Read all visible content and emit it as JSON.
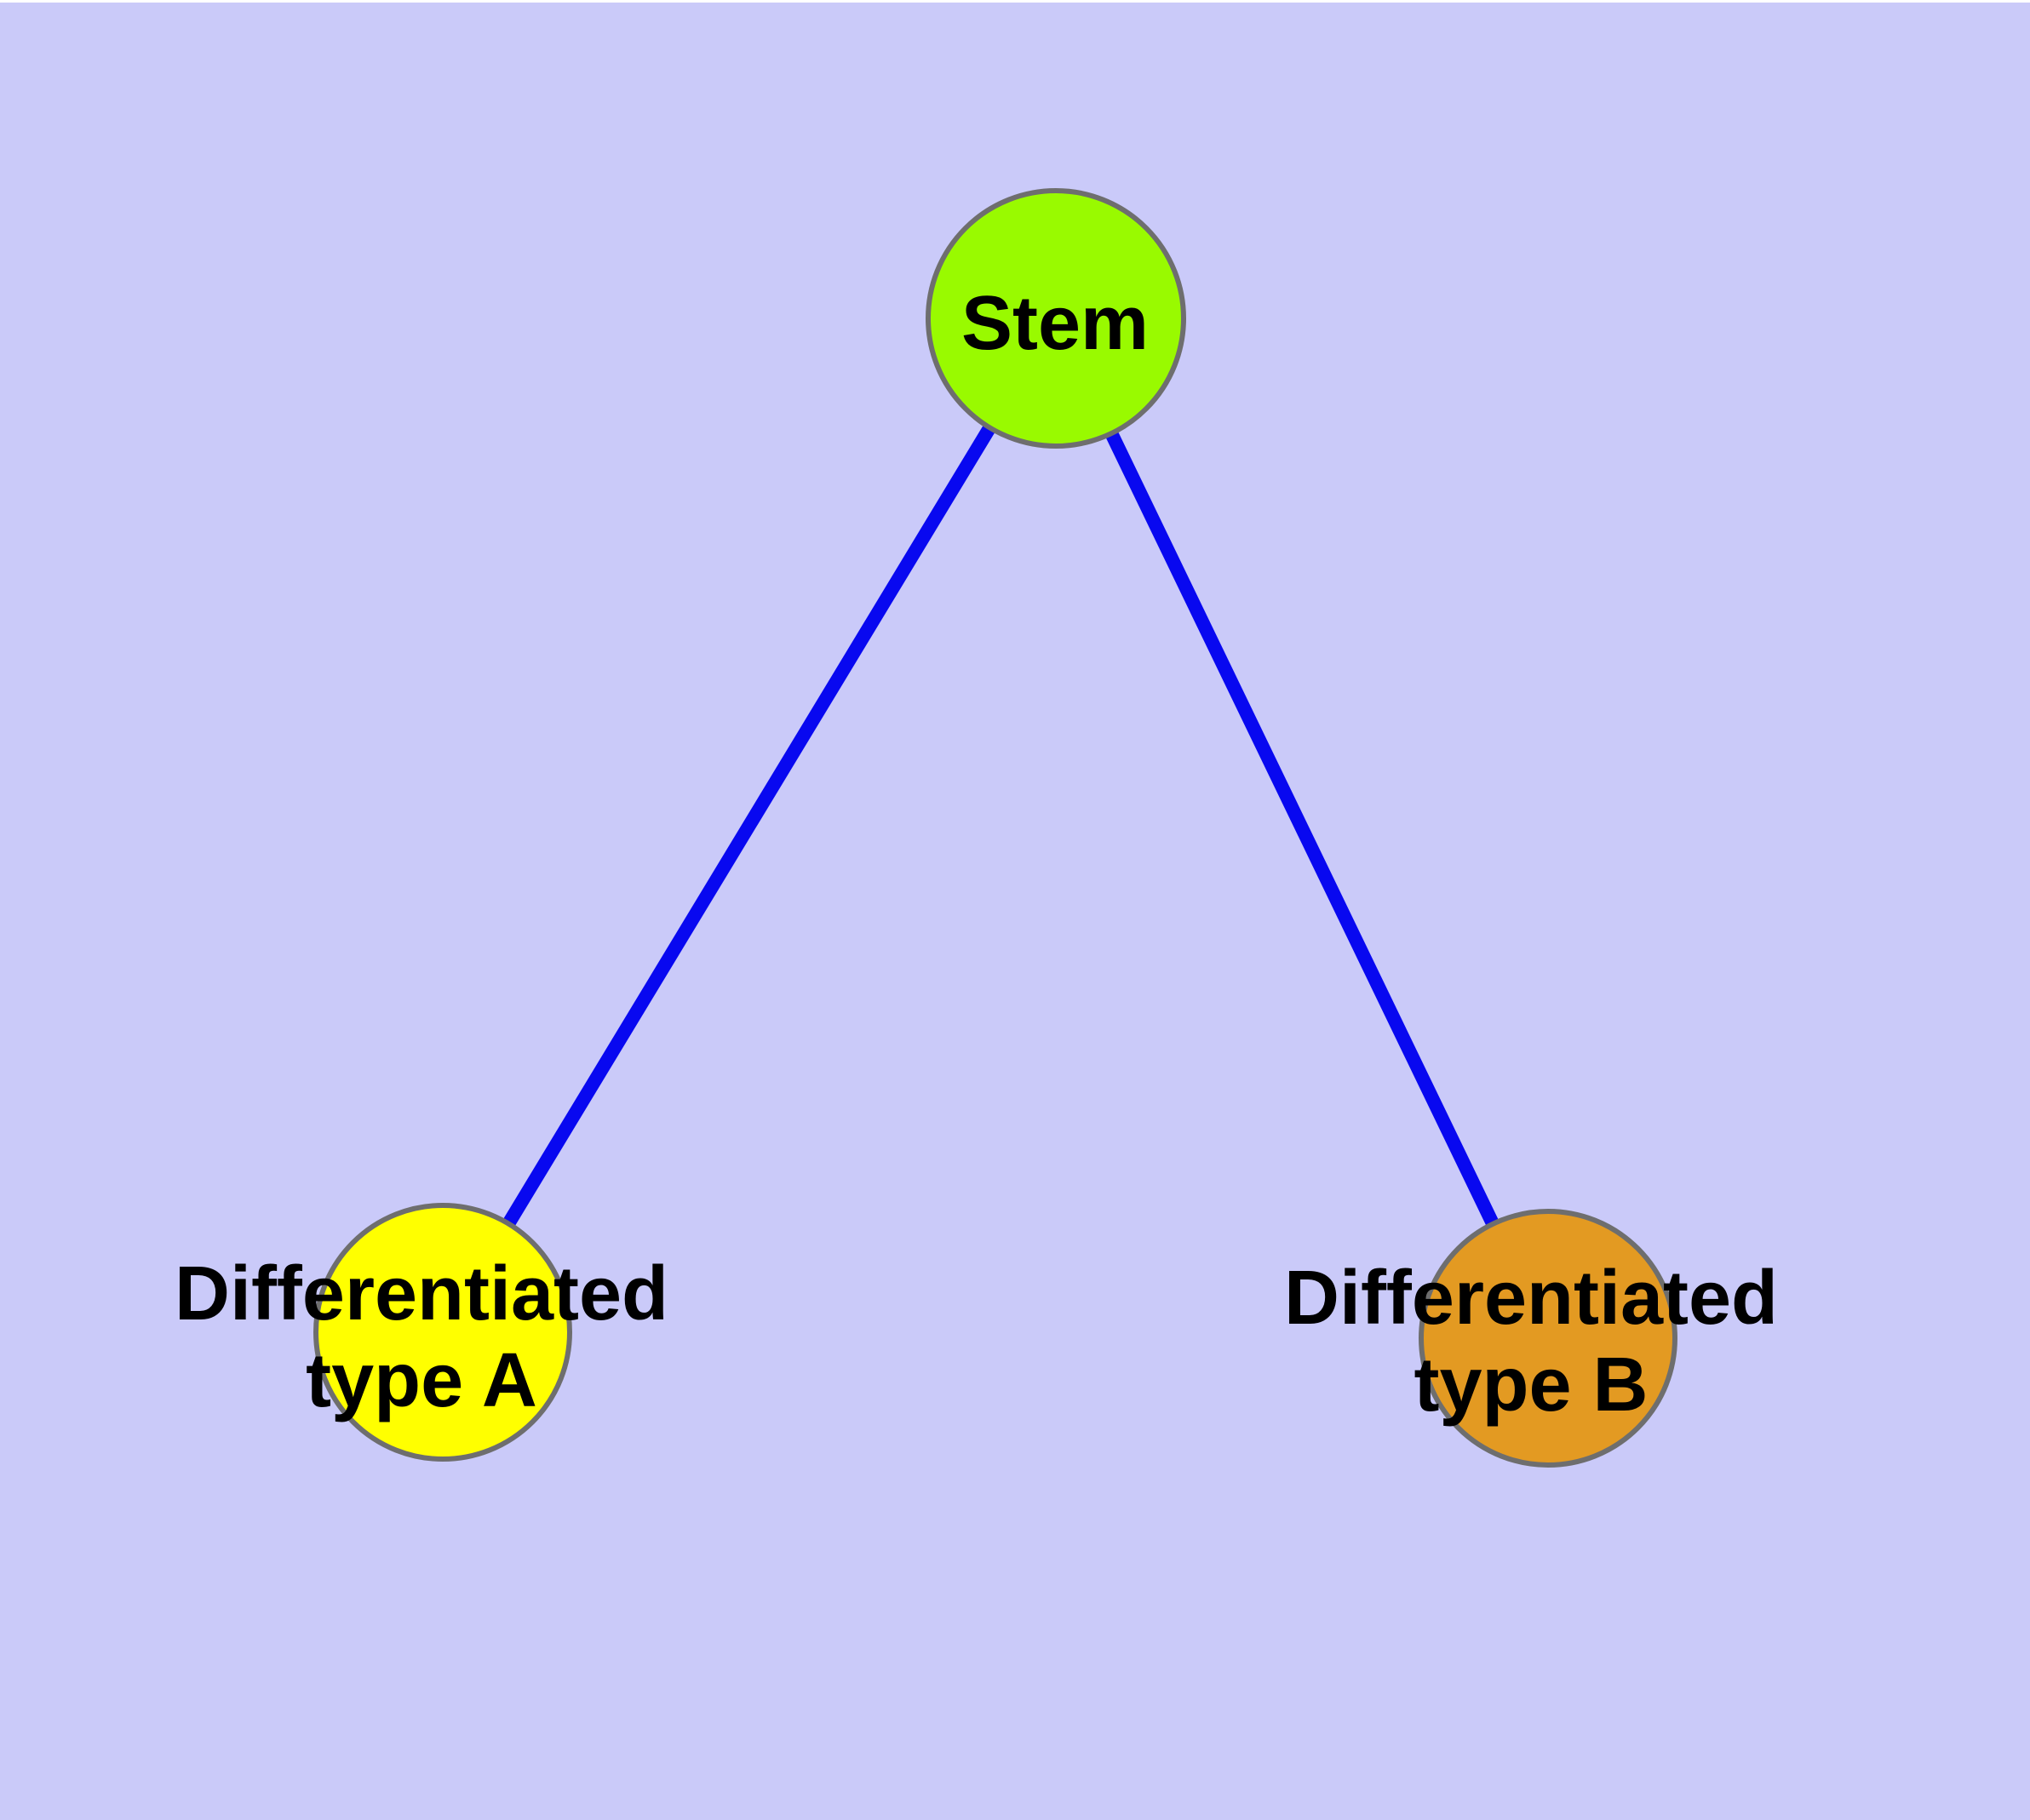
{
  "diagram": {
    "type": "graph",
    "background_color": "#CACAF9",
    "top_margin_color": "#FFFFFF",
    "edge_color": "#0808F0",
    "node_border_color": "#6E6E6E",
    "label_color": "#000000",
    "nodes": [
      {
        "id": "stem",
        "label": "Stem",
        "label_lines": [
          "Stem"
        ],
        "color": "#99FA00"
      },
      {
        "id": "diff_a",
        "label": "Differentiated type A",
        "label_lines": [
          "Differentiated",
          "type A"
        ],
        "color": "#FFFF00"
      },
      {
        "id": "diff_b",
        "label": "Differentiated type B",
        "label_lines": [
          "Differentiated",
          "type B"
        ],
        "color": "#E39A22"
      }
    ],
    "edges": [
      {
        "from": "stem",
        "to": "diff_a"
      },
      {
        "from": "stem",
        "to": "diff_b"
      }
    ]
  }
}
